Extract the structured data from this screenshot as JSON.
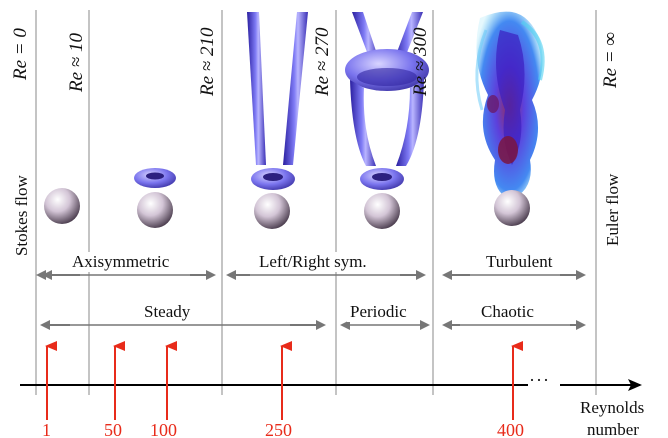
{
  "reynolds_labels": [
    "Re = 0",
    "Re ≈ 10",
    "Re ≈ 210",
    "Re ≈ 270",
    "Re ≈ 300",
    "Re = ∞"
  ],
  "side_labels": {
    "left": "Stokes flow",
    "right": "Euler flow"
  },
  "regimes_row1": [
    "Axisymmetric",
    "Left/Right sym.",
    "Turbulent"
  ],
  "regimes_row2": [
    "Steady",
    "Periodic",
    "Chaotic"
  ],
  "axis_markers": [
    "1",
    "50",
    "100",
    "250",
    "400"
  ],
  "axis_ellipsis": "···",
  "axis_title_line1": "Reynolds",
  "axis_title_line2": "number",
  "colors": {
    "marker": "#e82b1a",
    "arrow": "#777777",
    "divider": "#888888",
    "wake": "#4a46e0",
    "sphere": "#c9b8cc"
  }
}
